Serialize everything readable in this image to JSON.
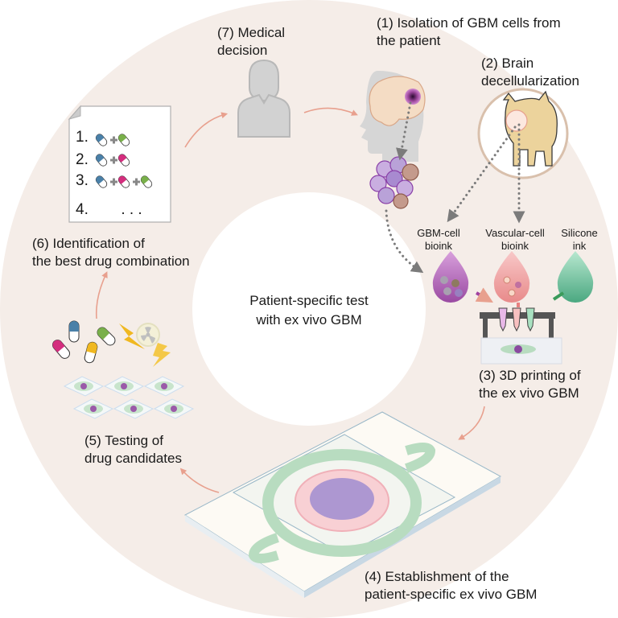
{
  "colors": {
    "ring": "#f5ede8",
    "arrow": "#e8a08e",
    "dotted": "#7b7b7b",
    "pill_blue": "#4a80a8",
    "pill_green": "#79b04a",
    "pill_pink": "#d42e7e",
    "pill_yellow": "#f0b820",
    "silicone": "#6cc09a",
    "gbm_ink": "#b063b8",
    "vascular_ink": "#f0a0a0",
    "pig": "#ecd39c",
    "doctor": "#c8c8c8"
  },
  "center_title": [
    "Patient-specific test",
    "with ex vivo GBM"
  ],
  "steps": {
    "step1": [
      "(1) Isolation of GBM cells from",
      "the patient"
    ],
    "step2": [
      "(2) Brain",
      "decellularization"
    ],
    "step3": [
      "(3) 3D printing of",
      "the ex vivo GBM"
    ],
    "step4": [
      "(4) Establishment of the",
      "patient-specific ex vivo GBM"
    ],
    "step5": [
      "(5) Testing of",
      "drug candidates"
    ],
    "step6": [
      "(6) Identification of",
      "the best drug combination"
    ],
    "step7": [
      "(7) Medical",
      "decision"
    ]
  },
  "inks": [
    {
      "label": [
        "GBM-cell",
        "bioink"
      ]
    },
    {
      "label": [
        "Vascular-cell",
        "bioink"
      ]
    },
    {
      "label": [
        "Silicone",
        "ink"
      ]
    }
  ],
  "ranking_list": {
    "items": [
      {
        "num": "1.",
        "pills": [
          "blue",
          "green"
        ]
      },
      {
        "num": "2.",
        "pills": [
          "blue",
          "pink"
        ]
      },
      {
        "num": "3.",
        "pills": [
          "blue",
          "pink",
          "green"
        ]
      },
      {
        "num": "4.",
        "ellipsis": ". . ."
      }
    ]
  },
  "icons": [
    "doctor-icon",
    "head-brain-icon",
    "cell-cluster-icon",
    "pig-icon",
    "bioink-drop-icon",
    "printer-icon",
    "chip-icon",
    "pill-icon",
    "radiation-icon",
    "lightning-icon",
    "document-icon"
  ]
}
